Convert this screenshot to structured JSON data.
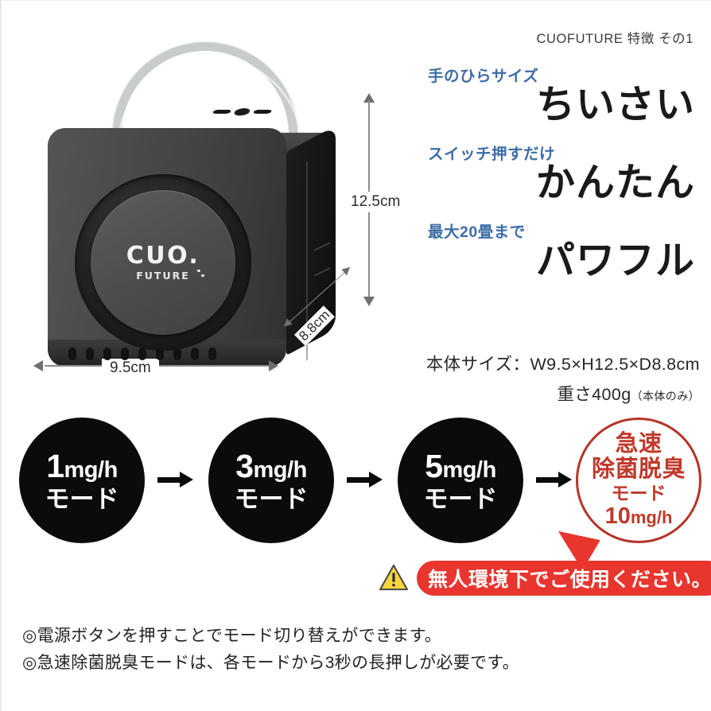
{
  "header": {
    "label": "CUOFUTURE 特徴 その1"
  },
  "features": [
    {
      "sub": "手のひらサイズ",
      "main": "ちいさい"
    },
    {
      "sub": "スイッチ押すだけ",
      "main": "かんたん"
    },
    {
      "sub": "最大20畳まで",
      "main": "パワフル"
    }
  ],
  "spec": {
    "size_line": "本体サイズ：W9.5×H12.5×D8.8cm",
    "weight_label": "重さ400g",
    "weight_note": "（本体のみ）"
  },
  "product": {
    "logo_main": "CUO.",
    "logo_sub": "FUTURE",
    "dimensions": {
      "height": "12.5cm",
      "width": "9.5cm",
      "depth": "8.8cm"
    }
  },
  "flow": {
    "modes": [
      {
        "num": "1",
        "unit": "mg/h",
        "label": "モード"
      },
      {
        "num": "3",
        "unit": "mg/h",
        "label": "モード"
      },
      {
        "num": "5",
        "unit": "mg/h",
        "label": "モード"
      }
    ],
    "special": {
      "line1": "急速",
      "line2": "除菌脱臭",
      "line3": "モード",
      "num": "10",
      "unit": "mg/h"
    }
  },
  "warning": {
    "text": "無人環境下でご使用ください。",
    "icon": "warning-triangle-icon"
  },
  "notes": [
    "◎電源ボタンを押すことでモード切り替えができます。",
    "◎急速除菌脱臭モードは、各モードから3秒の長押しが必要です。"
  ],
  "colors": {
    "accent_blue": "#3d6da6",
    "banner_red": "#e8352e",
    "circle_red": "#c0392b",
    "mode_black": "#0b0b0b",
    "warning_yellow": "#f5d63d"
  }
}
